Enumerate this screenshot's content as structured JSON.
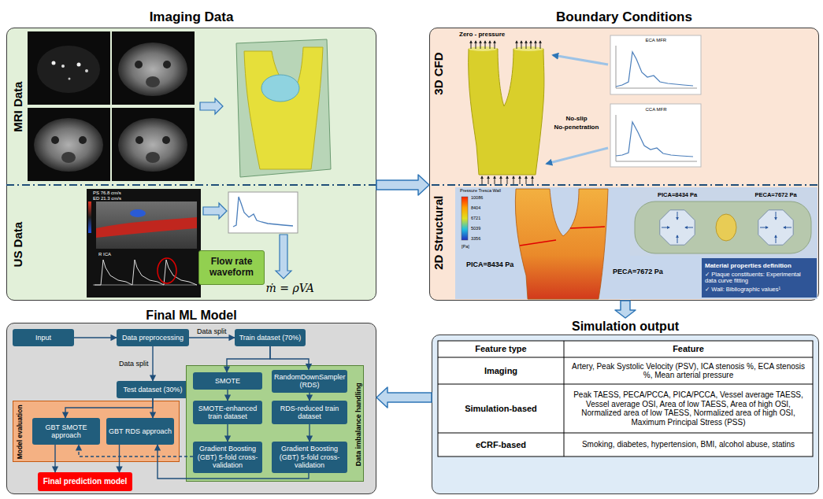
{
  "diagram": {
    "nodes": [
      {
        "text": [
          "Imaging Data"
        ]
      },
      {
        "text": [
          "MRI Data"
        ],
        "in": 0
      },
      {
        "text": [
          "US Data"
        ],
        "in": 0
      },
      {
        "text": [
          "Flow rate waveform"
        ],
        "in": 2
      },
      {
        "text": [
          "Boundary Conditions"
        ]
      },
      {
        "text": [
          "3D CFD"
        ],
        "in": 4
      },
      {
        "text": [
          "2D Structural"
        ],
        "in": 4
      },
      {
        "text": [
          "Material properties definition",
          "✓ Plaque constituents: Experimental data curve fitting",
          "✓ Wall: Bibliographic values¹"
        ],
        "in": 6
      },
      {
        "text": [
          "Final ML Model"
        ]
      },
      {
        "text": [
          "Input"
        ],
        "in": 8
      },
      {
        "text": [
          "Data preprocessing"
        ],
        "in": 8
      },
      {
        "text": [
          "Train dataset (70%)"
        ],
        "in": 8
      },
      {
        "text": [
          "Test dataset (30%)"
        ],
        "in": 8
      },
      {
        "text": [
          "Model evaluation"
        ],
        "in": 8
      },
      {
        "text": [
          "GBT SMOTE approach"
        ],
        "in": 13
      },
      {
        "text": [
          "GBT RDS approach"
        ],
        "in": 13
      },
      {
        "text": [
          "Data imbalance handling"
        ],
        "in": 8
      },
      {
        "text": [
          "SMOTE"
        ],
        "in": 16
      },
      {
        "text": [
          "RandomDownSampler (RDS)"
        ],
        "in": 16
      },
      {
        "text": [
          "SMOTE-enhanced train dataset"
        ],
        "in": 16
      },
      {
        "text": [
          "RDS-reduced train dataset"
        ],
        "in": 16
      },
      {
        "text": [
          "Gradient Boosting (GBT) 5-fold cross-validation"
        ],
        "in": 16
      },
      {
        "text": [
          "Gradient Boosting (GBT) 5-fold cross-validation"
        ],
        "in": 16
      },
      {
        "text": [
          "Final prediction model"
        ],
        "in": 8
      },
      {
        "text": [
          "Simulation output"
        ]
      }
    ],
    "edges": [
      {
        "from": 0,
        "to": 4,
        "arrow": "to"
      },
      {
        "from": 4,
        "to": 24,
        "arrow": "to"
      },
      {
        "from": 24,
        "to": 8,
        "arrow": "to"
      },
      {
        "from": 9,
        "to": 10,
        "arrow": "to"
      },
      {
        "from": 10,
        "to": 11,
        "label": "Data split",
        "arrow": "to"
      },
      {
        "from": 10,
        "to": 12,
        "label": "Data split",
        "arrow": "to"
      },
      {
        "from": 11,
        "to": 17,
        "arrow": "to"
      },
      {
        "from": 11,
        "to": 18,
        "arrow": "to"
      },
      {
        "from": 17,
        "to": 19,
        "arrow": "to"
      },
      {
        "from": 18,
        "to": 20,
        "arrow": "to"
      },
      {
        "from": 19,
        "to": 21,
        "arrow": "to"
      },
      {
        "from": 20,
        "to": 22,
        "arrow": "to"
      },
      {
        "from": 12,
        "to": 14,
        "arrow": "to"
      },
      {
        "from": 12,
        "to": 15,
        "arrow": "to"
      },
      {
        "from": 21,
        "to": 14,
        "arrow": "to"
      },
      {
        "from": 22,
        "to": 15,
        "arrow": "to"
      },
      {
        "from": 14,
        "to": 23,
        "arrow": "to"
      },
      {
        "from": 15,
        "to": 23,
        "arrow": "to"
      }
    ],
    "labels": [
      "ṁ = ρVA",
      "PS 76.8 cm/s",
      "ED 21.3 cm/s",
      "R ICA",
      "Zero - pressure",
      "ECA MFR",
      "CCA MFR",
      "No-slip",
      "No-penetration",
      "Pressure Tresca Wall",
      "10086",
      "8404",
      "6721",
      "5039",
      "3356",
      "[Pa]",
      "PICA=8434 Pa",
      "PECA=7672 Pa",
      "PICA=8434 Pa",
      "PECA=7672 Pa",
      "Feature type",
      "Feature",
      "Imaging",
      "Artery, Peak Systolic Velocity (PSV), ICA stenosis %, ECA stenosis %, Mean arterial pressure",
      "Simulation-based",
      "Peak TAESS, PECA/PCCA, PICA/PCCA, Vessel average TAESS, Vessel average OSI, Area of low TAESS, Area of high OSI, Normalized area of low TAESS, Normalized area of high OSI, Maximum Principal Stress (PSS)",
      "eCRF-based",
      "Smoking, diabetes, hypertension, BMI, alcohol abuse, statins"
    ]
  }
}
